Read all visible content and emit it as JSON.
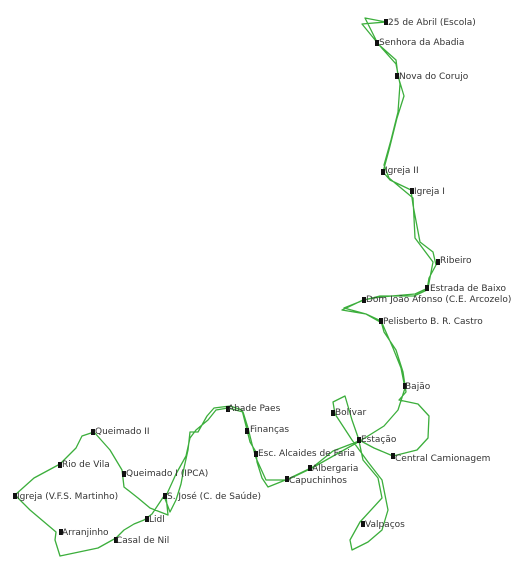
{
  "map": {
    "route_color": "#3cae3c",
    "marker_color": "#111111",
    "label_color": "#333333",
    "stops": [
      {
        "name": "25 de Abril (Escola)"
      },
      {
        "name": "Senhora da Abadia"
      },
      {
        "name": "Nova do Corujo"
      },
      {
        "name": "Igreja II"
      },
      {
        "name": "Igreja I"
      },
      {
        "name": "Ribeiro"
      },
      {
        "name": "Estrada de Baixo"
      },
      {
        "name": "Dom João Afonso (C.E. Arcozelo)"
      },
      {
        "name": "Pelisberto B. R. Castro"
      },
      {
        "name": "Bajão"
      },
      {
        "name": "Bolivar"
      },
      {
        "name": "Estação"
      },
      {
        "name": "Central Camionagem"
      },
      {
        "name": "Valpaços"
      },
      {
        "name": "Albergaria"
      },
      {
        "name": "Capuchinhos"
      },
      {
        "name": "Esc. Alcaides de Faria"
      },
      {
        "name": "Finanças"
      },
      {
        "name": "Abade Paes"
      },
      {
        "name": "S. José (C. de Saúde)"
      },
      {
        "name": "Lidl"
      },
      {
        "name": "Casal de Nil"
      },
      {
        "name": "Arranjinho"
      },
      {
        "name": "Igreja (V.F.S. Martinho)"
      },
      {
        "name": "Rio de Vila"
      },
      {
        "name": "Queimado II"
      },
      {
        "name": "Queimado I (IPCA)"
      }
    ]
  }
}
